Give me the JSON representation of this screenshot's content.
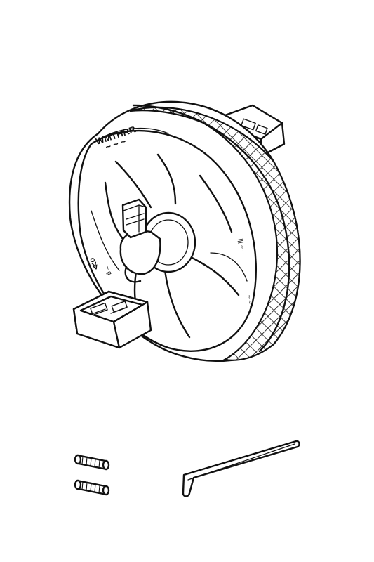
{
  "illustration": {
    "parts": [
      {
        "name": "wheel-assembly",
        "description_icon": "wheel-with-pedal-icon"
      },
      {
        "name": "set-screws",
        "count": 2,
        "description_icon": "set-screw-icon"
      },
      {
        "name": "hex-key",
        "count": 1,
        "description_icon": "allen-key-icon"
      }
    ],
    "colors": {
      "ink": "#111111",
      "background": "#ffffff"
    }
  }
}
